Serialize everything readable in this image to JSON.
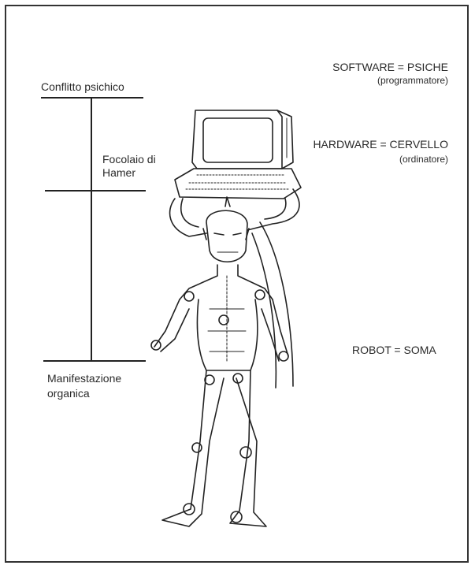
{
  "labels": {
    "conflict": "Conflitto psichico",
    "focus_line1": "Focolaio di",
    "focus_line2": "Hamer",
    "manifest_line1": "Manifestazione",
    "manifest_line2": "organica",
    "software_line": "SOFTWARE = PSICHE",
    "software_sub": "(programmatore)",
    "hardware_line": "HARDWARE = CERVELLO",
    "hardware_sub": "(ordinatore)",
    "robot_line": "ROBOT =  SOMA"
  },
  "colors": {
    "ink": "#222222",
    "frame": "#333333",
    "paper": "#ffffff"
  }
}
